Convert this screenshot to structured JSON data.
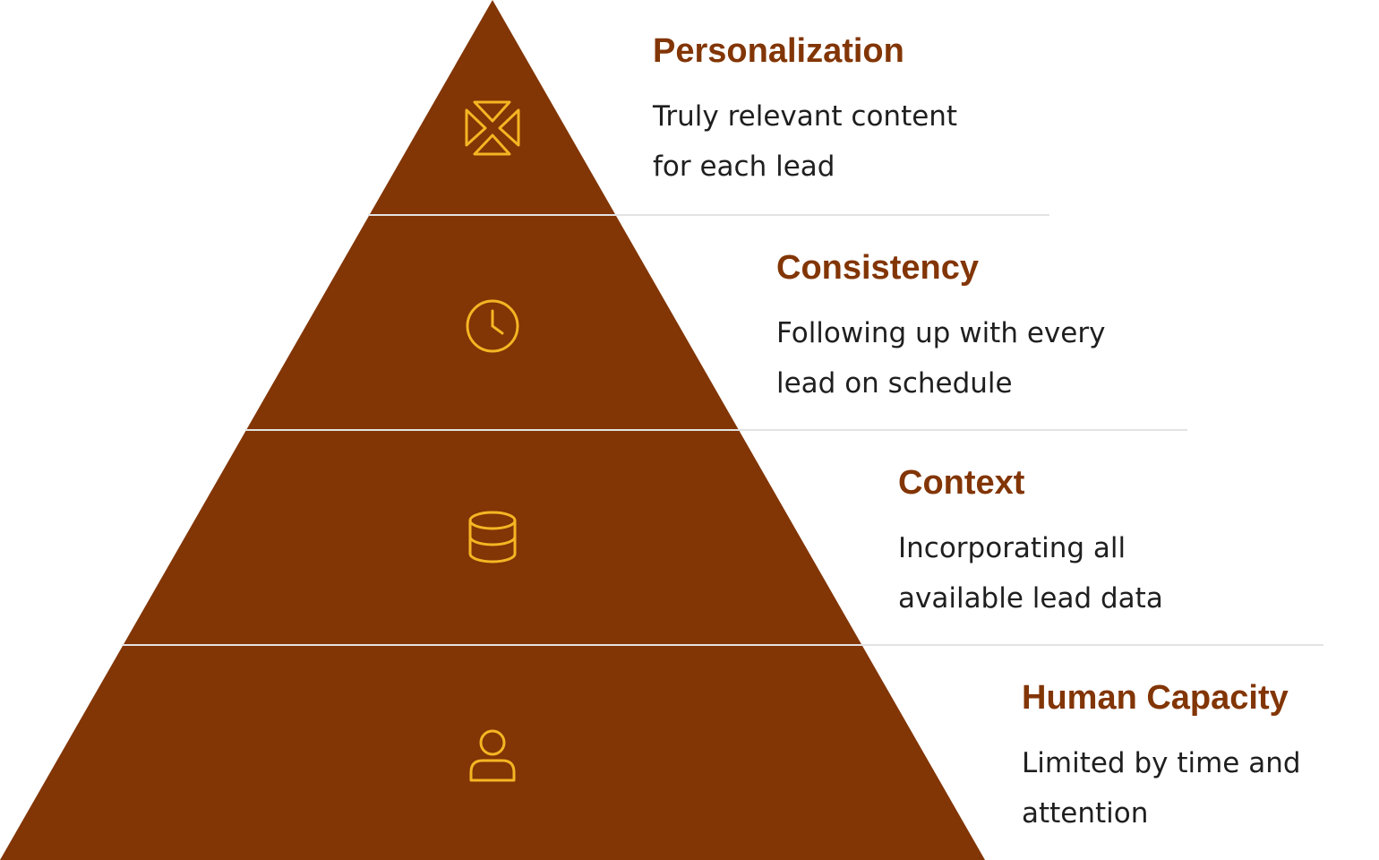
{
  "colors": {
    "pyramid_fill": "#823505",
    "icon_stroke": "#F5B523",
    "title_color": "#823505",
    "text_color": "#1F1F1F",
    "divider_color": "#E3E3E3"
  },
  "tiers": [
    {
      "title": "Personalization",
      "description_lines": [
        "Truly relevant content",
        "for each lead"
      ],
      "icon": "personalization-icon"
    },
    {
      "title": "Consistency",
      "description_lines": [
        "Following up with every",
        "lead on schedule"
      ],
      "icon": "clock-icon"
    },
    {
      "title": "Context",
      "description_lines": [
        "Incorporating all",
        "available lead data"
      ],
      "icon": "database-icon"
    },
    {
      "title": "Human Capacity",
      "description_lines": [
        "Limited by time and",
        "attention"
      ],
      "icon": "user-icon"
    }
  ]
}
